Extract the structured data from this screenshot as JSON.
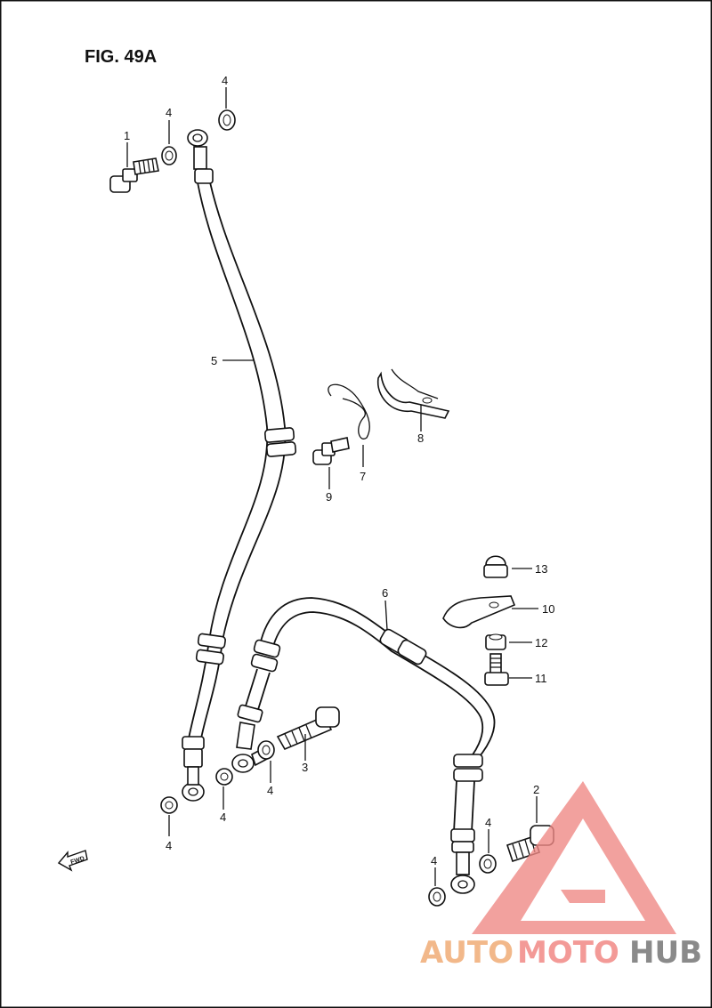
{
  "figure": {
    "title": "FIG. 49A"
  },
  "callouts": {
    "c1": "1",
    "c2": "2",
    "c3": "3",
    "c4a": "4",
    "c4b": "4",
    "c4c": "4",
    "c4d": "4",
    "c4e": "4",
    "c4f": "4",
    "c4g": "4",
    "c5": "5",
    "c6": "6",
    "c7": "7",
    "c8": "8",
    "c9": "9",
    "c10": "10",
    "c11": "11",
    "c12": "12",
    "c13": "13"
  },
  "fwd_arrow": {
    "label": "FWD"
  },
  "watermark": {
    "part_a": "AUTO",
    "part_b": "MOTO",
    "part_c": "HUB",
    "color_red": "#f08a86",
    "color_orange": "#f2b88a",
    "color_gray": "#8a8a8a"
  }
}
